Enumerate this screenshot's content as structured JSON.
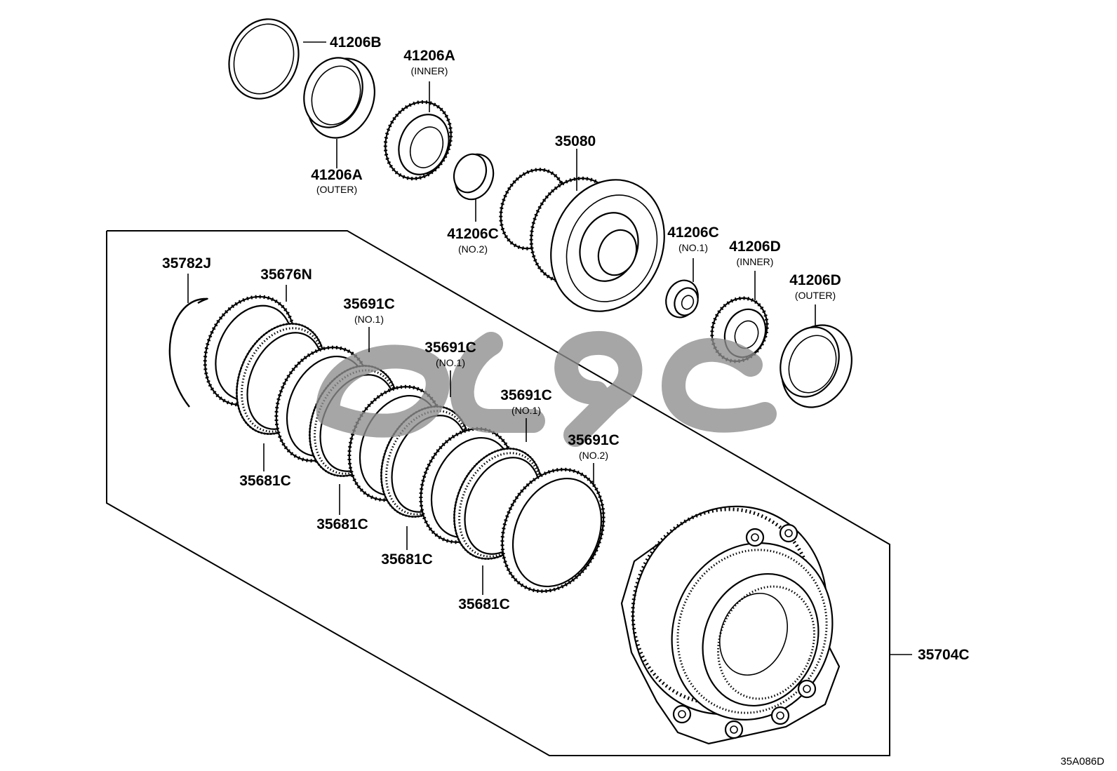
{
  "diagram_code": "35A086D",
  "colors": {
    "ink": "#000000",
    "watermark": "#8d8d8d",
    "background": "#ffffff"
  },
  "callouts": [
    {
      "id": "c41206b",
      "part": "41206B",
      "note": ""
    },
    {
      "id": "c41206a-inner",
      "part": "41206A",
      "note": "(INNER)"
    },
    {
      "id": "c41206a-outer",
      "part": "41206A",
      "note": "(OUTER)"
    },
    {
      "id": "c35080",
      "part": "35080",
      "note": ""
    },
    {
      "id": "c41206c-no2",
      "part": "41206C",
      "note": "(NO.2)"
    },
    {
      "id": "c41206c-no1",
      "part": "41206C",
      "note": "(NO.1)"
    },
    {
      "id": "c41206d-inner",
      "part": "41206D",
      "note": "(INNER)"
    },
    {
      "id": "c41206d-outer",
      "part": "41206D",
      "note": "(OUTER)"
    },
    {
      "id": "c35782j",
      "part": "35782J",
      "note": ""
    },
    {
      "id": "c35676n",
      "part": "35676N",
      "note": ""
    },
    {
      "id": "c35691c-a",
      "part": "35691C",
      "note": "(NO.1)"
    },
    {
      "id": "c35691c-b",
      "part": "35691C",
      "note": "(NO.1)"
    },
    {
      "id": "c35691c-c",
      "part": "35691C",
      "note": "(NO.1)"
    },
    {
      "id": "c35691c-d",
      "part": "35691C",
      "note": "(NO.2)"
    },
    {
      "id": "c35681c-a",
      "part": "35681C",
      "note": ""
    },
    {
      "id": "c35681c-b",
      "part": "35681C",
      "note": ""
    },
    {
      "id": "c35681c-c",
      "part": "35681C",
      "note": ""
    },
    {
      "id": "c35681c-d",
      "part": "35681C",
      "note": ""
    },
    {
      "id": "c35704c",
      "part": "35704C",
      "note": ""
    }
  ]
}
